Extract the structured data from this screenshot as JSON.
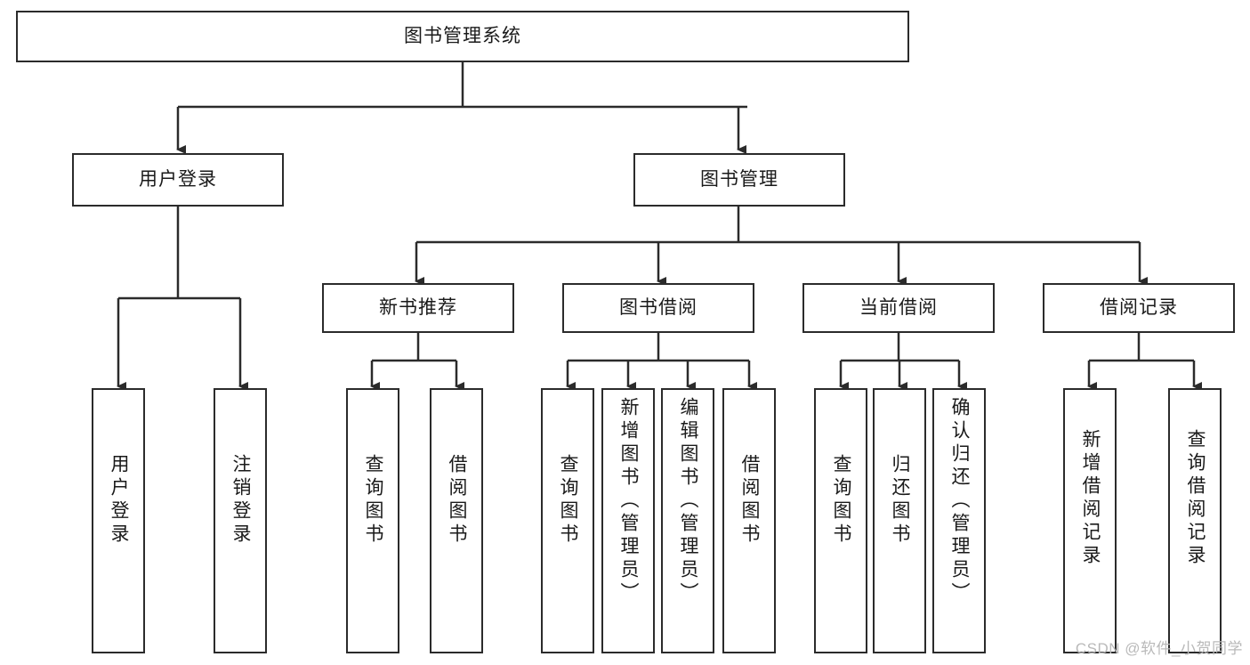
{
  "diagram": {
    "title": "图书管理系统",
    "type": "tree-hierarchy-diagram",
    "root": {
      "label": "图书管理系统"
    },
    "level1": [
      {
        "label": "用户登录"
      },
      {
        "label": "图书管理"
      }
    ],
    "level2": [
      {
        "label": "新书推荐"
      },
      {
        "label": "图书借阅"
      },
      {
        "label": "当前借阅"
      },
      {
        "label": "借阅记录"
      }
    ],
    "leaves_user_login": [
      {
        "label": "用户登录"
      },
      {
        "label": "注销登录"
      }
    ],
    "leaves_new_books": [
      {
        "label": "查询图书"
      },
      {
        "label": "借阅图书"
      }
    ],
    "leaves_borrow": [
      {
        "label": "查询图书"
      },
      {
        "label": "新增图书（管理员）"
      },
      {
        "label": "编辑图书（管理员）"
      },
      {
        "label": "借阅图书"
      }
    ],
    "leaves_current": [
      {
        "label": "查询图书"
      },
      {
        "label": "归还图书"
      },
      {
        "label": "确认归还（管理员）"
      }
    ],
    "leaves_records": [
      {
        "label": "新增借阅记录"
      },
      {
        "label": "查询借阅记录"
      }
    ]
  },
  "watermark": {
    "text": "CSDN @软件_小贺同学"
  },
  "colors": {
    "stroke": "#2b2b2b",
    "background": "#ffffff",
    "text": "#1a1a1a",
    "watermark": "#b9b9b9"
  }
}
